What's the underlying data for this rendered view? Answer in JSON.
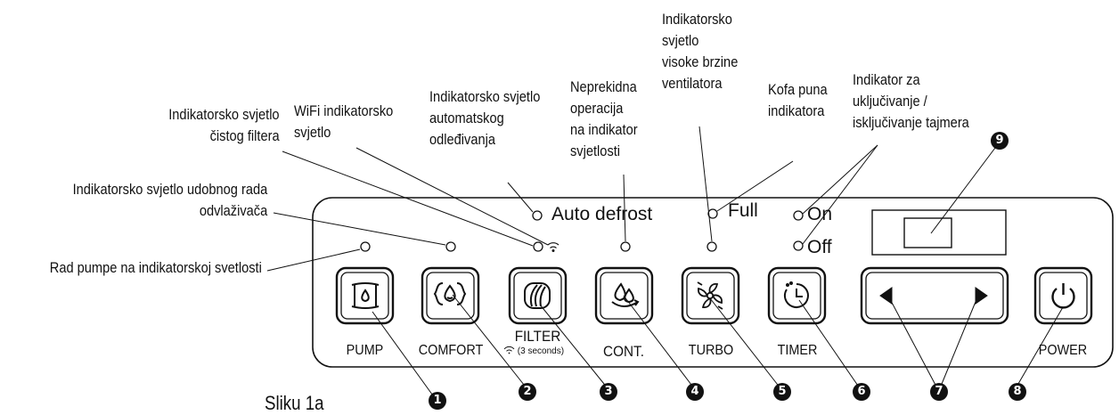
{
  "callouts": {
    "pump_light": [
      "Rad pumpe na indikatorskoj svetlosti"
    ],
    "comfort_light": [
      "Indikatorsko svjetlo udobnog rada",
      "odvlaživača"
    ],
    "filter_light": [
      "Indikatorsko svjetlo",
      "čistog filtera"
    ],
    "wifi_light": [
      "WiFi indikatorsko",
      "svjetlo"
    ],
    "defrost_light": [
      "Indikatorsko svjetlo",
      "automatskog",
      "odleđivanja"
    ],
    "cont_light": [
      "Neprekidna",
      "operacija",
      "na indikator",
      "svjetlosti"
    ],
    "turbo_light": [
      "Indikatorsko",
      "svjetlo",
      "visoke brzine",
      "ventilatora"
    ],
    "full_light": [
      "Kofa puna",
      "indikatora"
    ],
    "timer_light": [
      "Indikator za",
      "uključivanje /",
      "isključivanje tajmera"
    ]
  },
  "panel": {
    "auto_defrost": "Auto defrost",
    "full": "Full",
    "on": "On",
    "off": "Off",
    "filter_hint": "(3 seconds)"
  },
  "buttons": [
    {
      "label": "PUMP",
      "icon": "pump-icon"
    },
    {
      "label": "COMFORT",
      "icon": "comfort-drop-icon"
    },
    {
      "label": "FILTER",
      "icon": "filter-icon"
    },
    {
      "label": "CONT.",
      "icon": "drops-icon"
    },
    {
      "label": "TURBO",
      "icon": "fan-icon"
    },
    {
      "label": "TIMER",
      "icon": "timer-icon"
    },
    {
      "label": "",
      "icon": "arrow-left-right-icon"
    },
    {
      "label": "POWER",
      "icon": "power-icon"
    }
  ],
  "badges": [
    "1",
    "2",
    "3",
    "4",
    "5",
    "6",
    "7",
    "8",
    "9"
  ],
  "caption": "Sliku 1a"
}
